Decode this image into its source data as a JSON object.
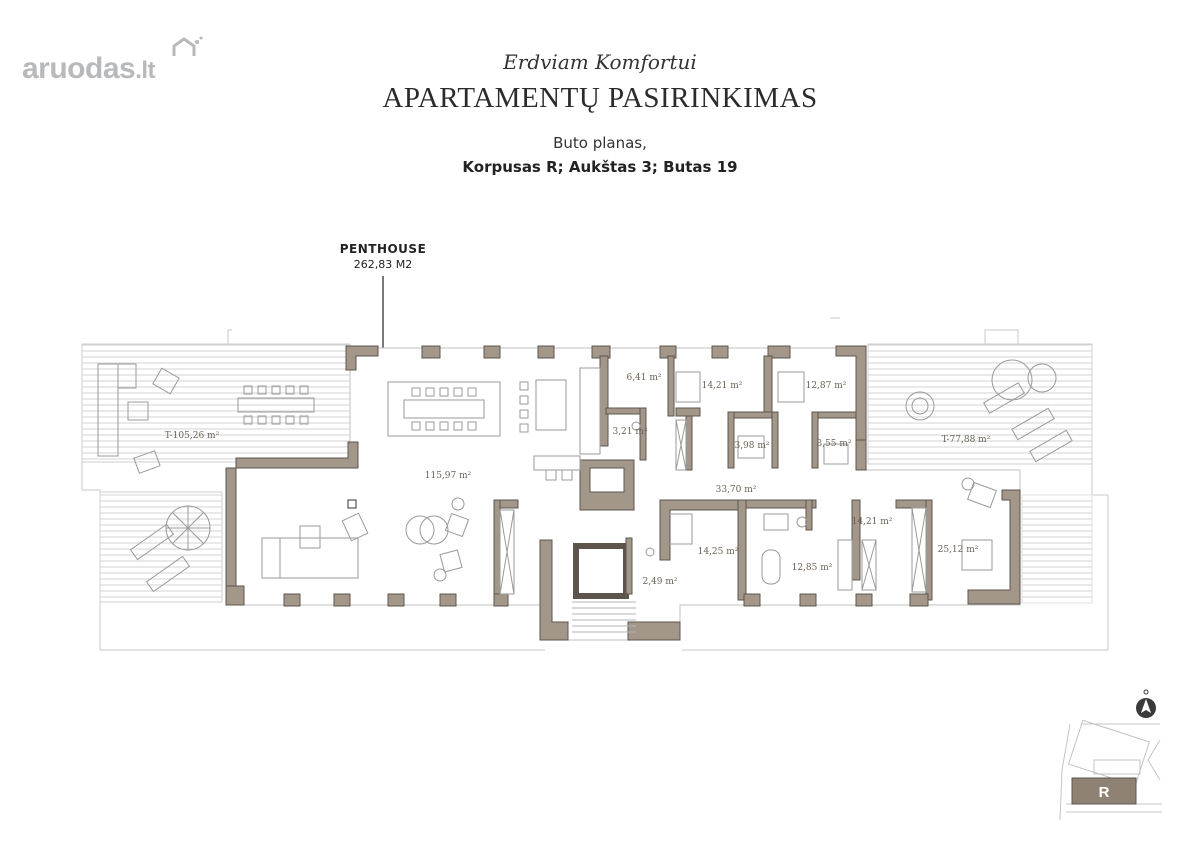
{
  "logo": {
    "name": "aruodas",
    "tld": ".lt"
  },
  "header": {
    "tagline": "Erdviam Komfortui",
    "title": "APARTAMENTŲ PASIRINKIMAS",
    "plan_label": "Buto planas,",
    "plan_location": "Korpusas R; Aukštas 3; Butas 19"
  },
  "penthouse": {
    "name": "PENTHOUSE",
    "area": "262,83 M2"
  },
  "rooms": {
    "terrace_west": "T-105,26 m²",
    "terrace_east": "T-77,88 m²",
    "living": "115,97 m²",
    "hall": "33,70 m²",
    "room_641": "6,41 m²",
    "wc_321": "3,21 m²",
    "room_1421_top": "14,21 m²",
    "bath_398": "3,98 m²",
    "room_1287": "12,87 m²",
    "bath_355": "3,55 m²",
    "room_1425": "14,25 m²",
    "wc_249": "2,49 m²",
    "bath_1285": "12,85 m²",
    "room_1421_bottom": "14,21 m²",
    "bedroom_2512": "25,12 m²"
  },
  "minimap": {
    "building_label": "R"
  },
  "colors": {
    "wall": "#a3978a",
    "wall_stroke": "#5d554c",
    "line": "#b9b9b9",
    "terrace_stripe": "#d2d2d2",
    "text_room": "#6b6256"
  }
}
